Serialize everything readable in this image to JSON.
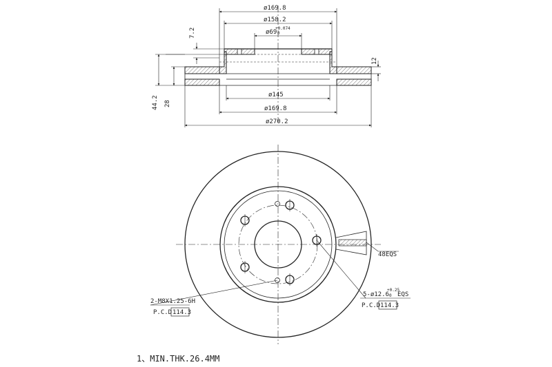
{
  "section_view": {
    "dims": {
      "d_outer_hat": "ø169.8",
      "d_hat_top": "ø158.2",
      "d_bore": "ø69",
      "d_bore_tol_upper": "+0.074",
      "d_bore_tol_lower": "0",
      "h_hat_step": "7.2",
      "rotor_thickness": "12",
      "d_inner_face": "ø145",
      "d_hat_bottom": "ø169.8",
      "d_rotor": "ø270.2",
      "total_height": "44.2",
      "hat_height": "28"
    }
  },
  "face_view": {
    "callouts": {
      "thread_spec": "2-M8X1.25-6H",
      "thread_pcd_label": "P.C.D",
      "thread_pcd_value": "114.3",
      "hole_prefix": "5-ø12.6",
      "hole_tol_upper": "+0.25",
      "hole_tol_lower": "0",
      "hole_suffix": "EQS",
      "hole_pcd_label": "P.C.D",
      "hole_pcd_value": "114.3",
      "vents": "48EQS"
    }
  },
  "notes": {
    "min_thickness": "1、MIN.THK.26.4MM"
  }
}
